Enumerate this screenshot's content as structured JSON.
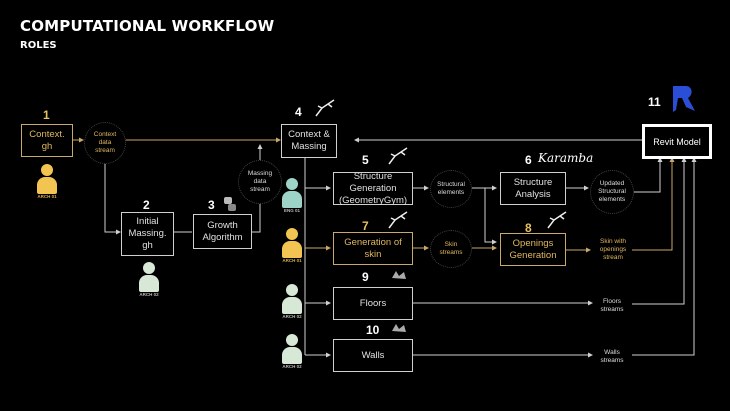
{
  "header": {
    "title": "COMPUTATIONAL WORKFLOW",
    "subtitle": "ROLES"
  },
  "colors": {
    "background": "#000000",
    "line": "#cfcfcf",
    "accent_gold": "#e0b860",
    "revit_blue": "#2a4fd6",
    "arch01": "#f2c451",
    "arch02": "#d8e8d6",
    "eng01": "#9ed4c8"
  },
  "steps": [
    {
      "num": "1",
      "label": "Context.\ngh",
      "role": "ARCH 01"
    },
    {
      "num": "2",
      "label": "Initial\nMassing.\ngh",
      "role": "ARCH 02"
    },
    {
      "num": "3",
      "label": "Growth\nAlgorithm",
      "icon": "python-icon"
    },
    {
      "num": "4",
      "label": "Context &\nMassing",
      "icon": "grasshopper-icon"
    },
    {
      "num": "5",
      "label": "Structure\nGeneration\n(GeometryGym)",
      "icon": "grasshopper-icon",
      "role": "ENG 01"
    },
    {
      "num": "6",
      "label": "Structure\nAnalysis",
      "tool": "Karamba"
    },
    {
      "num": "7",
      "label": "Generation of\nskin",
      "icon": "grasshopper-icon",
      "role": "ARCH 01"
    },
    {
      "num": "8",
      "label": "Openings\nGeneration",
      "icon": "grasshopper-icon"
    },
    {
      "num": "9",
      "label": "Floors",
      "icon": "rhino-icon",
      "role": "ARCH 02"
    },
    {
      "num": "10",
      "label": "Walls",
      "icon": "rhino-icon",
      "role": "ARCH 02"
    },
    {
      "num": "11",
      "label": "Revit Model",
      "icon": "revit-icon"
    }
  ],
  "streams": {
    "context": "Context\ndata\nstream",
    "massing": "Massing\ndata\nstream",
    "structural": "Structural\nelements",
    "updated": "Updated\nStructural\nelements",
    "skin": "Skin\nstreams",
    "skin_openings": "Skin with\nopenings\nstream",
    "floors": "Floors\nstreams",
    "walls": "Walls\nstreams"
  }
}
